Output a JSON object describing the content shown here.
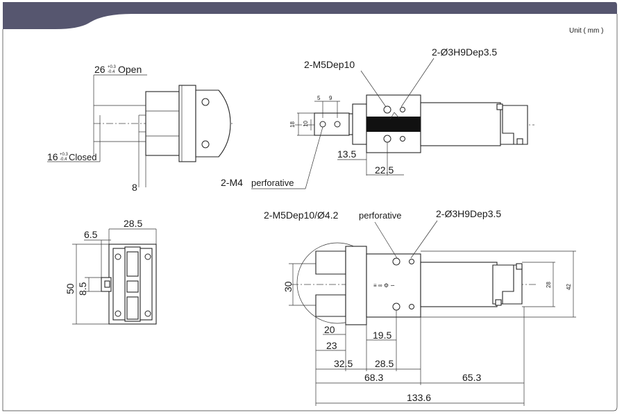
{
  "unit_label": "Unit ( mm )",
  "colors": {
    "header_bar": "#56566f",
    "line": "#222222",
    "fill_dark": "#111111"
  },
  "views": {
    "top_left": {
      "open_dim": "26",
      "open_tol_upper": "+0.3",
      "open_tol_lower": "-0.4",
      "open_label": "Open",
      "closed_dim": "16",
      "closed_tol_upper": "+0.3",
      "closed_tol_lower": "-0.4",
      "closed_label": "Closed",
      "depth_dim": "8"
    },
    "top_right": {
      "m5_label": "2-M5Dep10",
      "pin_label": "2-Ø3H9Dep3.5",
      "m4_label": "2-M4",
      "perforative": "perforative",
      "dim_5": "5",
      "dim_9": "9",
      "dim_18": "18",
      "dim_10": "10",
      "dim_13_5": "13.5",
      "dim_22_5": "22.5"
    },
    "bottom_left": {
      "width_dim": "28.5",
      "offset_dim": "6.5",
      "height_dim": "50",
      "sub_dim": "8.5"
    },
    "bottom_right": {
      "m5_label": "2-M5Dep10/Ø4.2",
      "perforative": "perforative",
      "pin_label": "2-Ø3H9Dep3.5",
      "dim_30": "30",
      "dim_28": "28",
      "dim_42": "42",
      "dim_20": "20",
      "dim_23": "23",
      "dim_19_5": "19.5",
      "dim_32_5": "32.5",
      "dim_28_5": "28.5",
      "dim_68_3": "68.3",
      "dim_65_3": "65.3",
      "dim_133_6": "133.6"
    }
  }
}
